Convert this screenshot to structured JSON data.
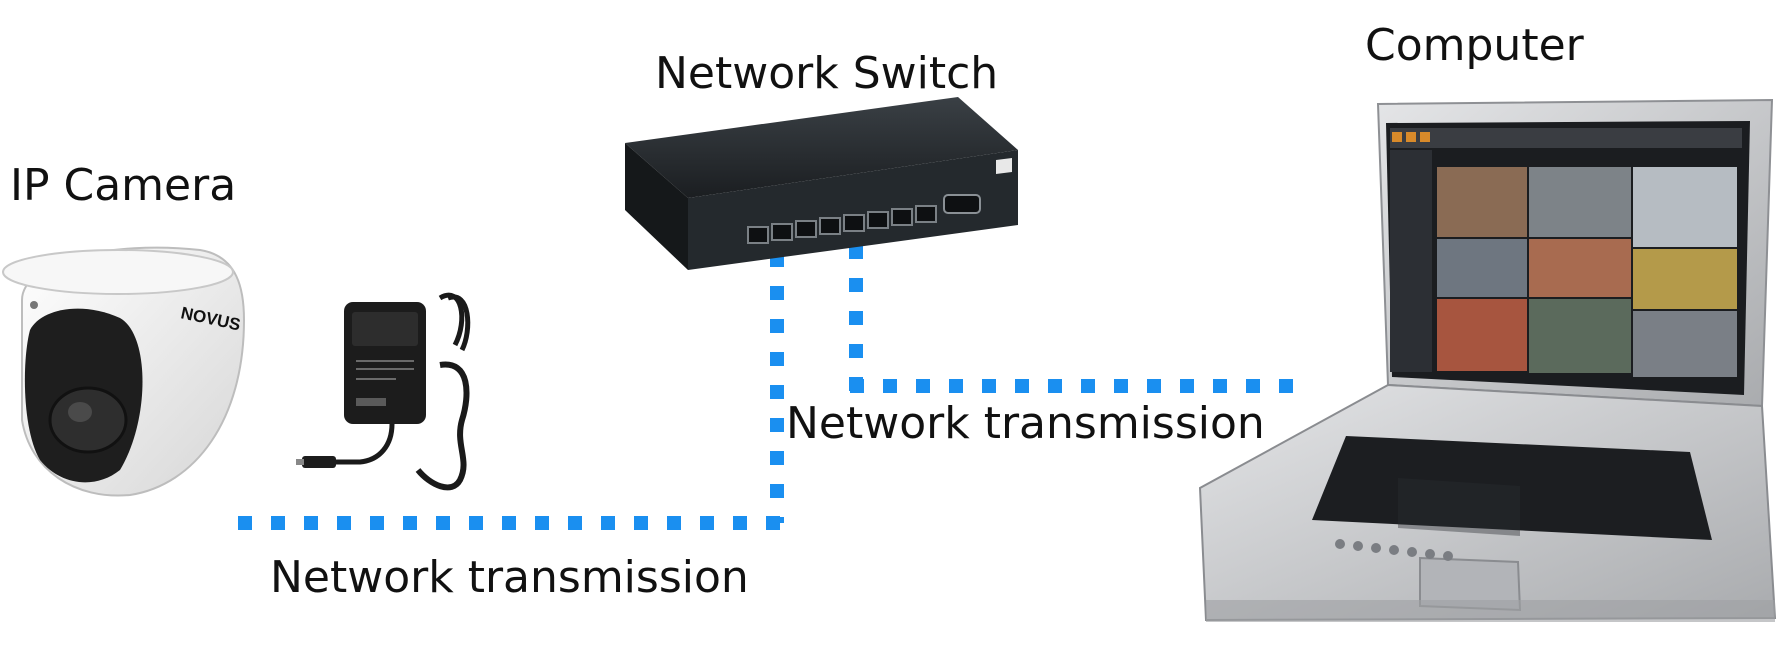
{
  "devices": {
    "camera": {
      "label": "IP Camera",
      "brand": "NOVUS",
      "icon": "dome-camera-icon"
    },
    "power_adapter": {
      "icon": "power-adapter-icon"
    },
    "switch": {
      "label": "Network Switch",
      "icon": "network-switch-icon"
    },
    "computer": {
      "label": "Computer",
      "icon": "laptop-icon"
    }
  },
  "links": [
    {
      "label": "Network transmission"
    },
    {
      "label": "Network transmission"
    }
  ],
  "colors": {
    "link": "#1a8ff0",
    "text": "#111111",
    "camera_body": "#f3f3f3",
    "switch_body": "#1f2326",
    "laptop_body": "#c9cbce"
  }
}
